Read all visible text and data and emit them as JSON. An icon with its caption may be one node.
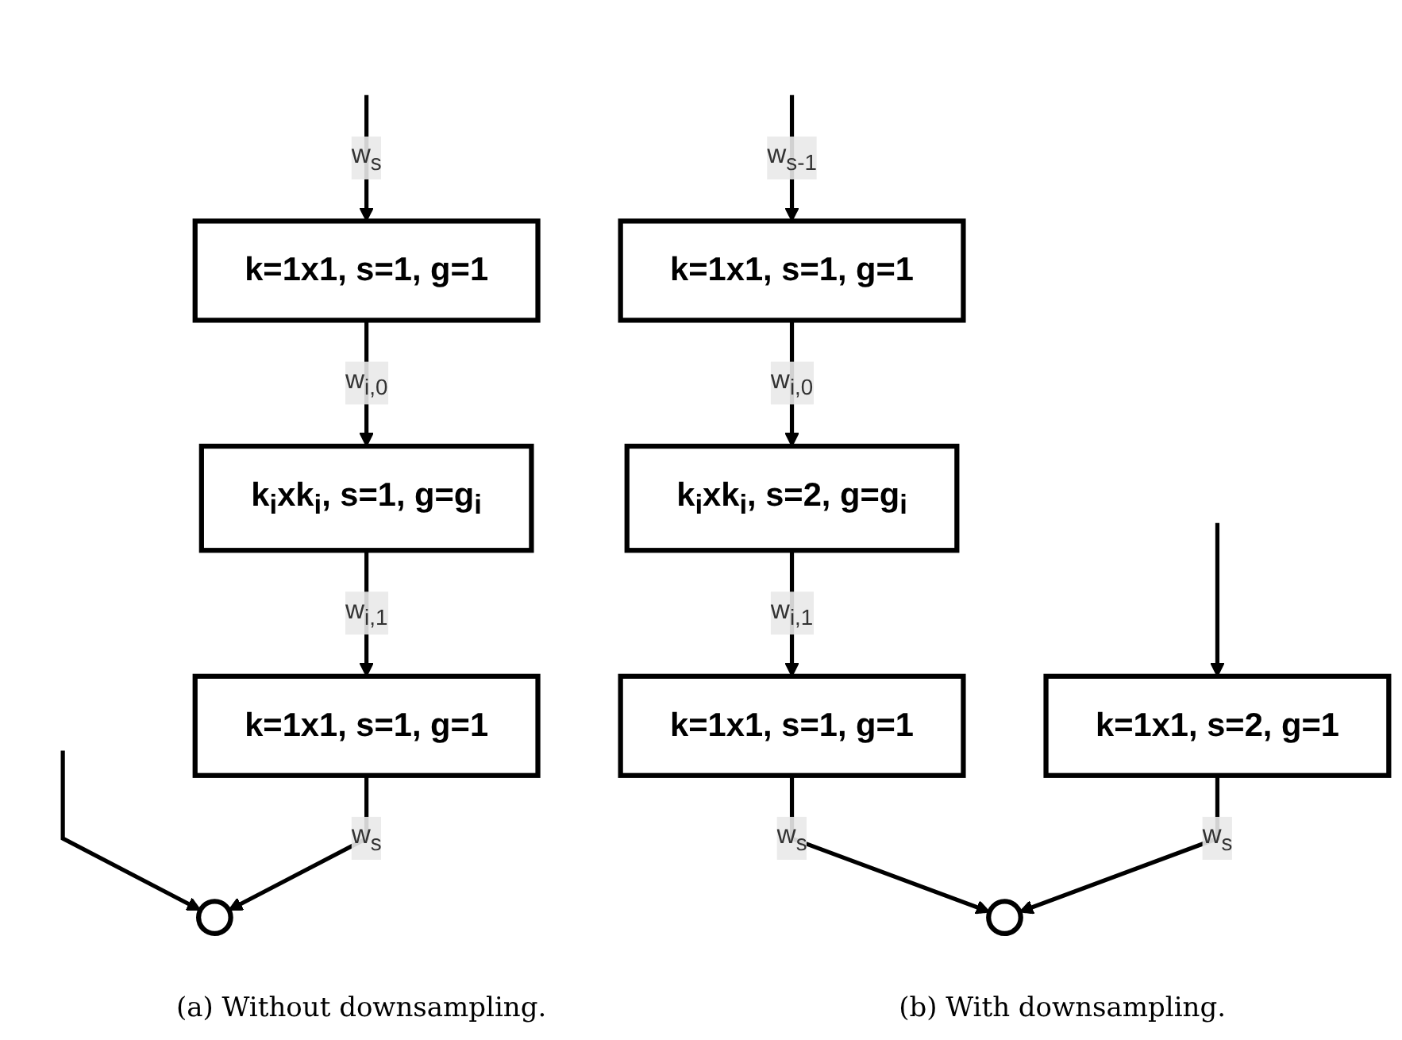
{
  "diagram": {
    "nodes": [
      {
        "text": [
          "k=1x1, s=1, g=1"
        ]
      },
      {
        "text": [
          "k$_{i}$xk$_{i}$, s=1, g=g$_{i}$"
        ]
      },
      {
        "text": [
          "k=1x1, s=1, g=1"
        ]
      },
      {
        "text": [],
        "shape": "circle"
      },
      {
        "text": [
          "k=1x1, s=1, g=1"
        ]
      },
      {
        "text": [
          "k$_{i}$xk$_{i}$, s=2, g=g$_{i}$"
        ]
      },
      {
        "text": [
          "k=1x1, s=2, g=1"
        ]
      },
      {
        "text": [
          "k=1x1, s=1, g=1"
        ]
      },
      {
        "text": [],
        "shape": "circle"
      }
    ],
    "edges": [
      {
        "from": null,
        "to": 0,
        "arrow": "to",
        "label": "w$_{s}$"
      },
      {
        "from": null,
        "to": 3,
        "arrow": "to"
      },
      {
        "from": 0,
        "to": 1,
        "arrow": "to",
        "label": "w$_{i,0}$"
      },
      {
        "from": 1,
        "to": 2,
        "arrow": "to",
        "label": "w$_{i,1}$"
      },
      {
        "from": 2,
        "to": 3,
        "arrow": "to",
        "label": "w$_{s}$"
      },
      {
        "from": null,
        "to": 4,
        "arrow": "to",
        "label": "w$_{s-1}$"
      },
      {
        "from": null,
        "to": 6,
        "arrow": "to"
      },
      {
        "from": 4,
        "to": 5,
        "arrow": "to",
        "label": "w$_{i,0}$"
      },
      {
        "from": 5,
        "to": 7,
        "arrow": "to",
        "label": "w$_{i,1}$"
      },
      {
        "from": 7,
        "to": 8,
        "arrow": "to",
        "label": "w$_{s}$"
      },
      {
        "from": 6,
        "to": 8,
        "arrow": "to",
        "label": "w$_{s}$"
      }
    ],
    "labels": [
      "(a) Without downsampling.",
      "(b) With downsampling."
    ]
  }
}
